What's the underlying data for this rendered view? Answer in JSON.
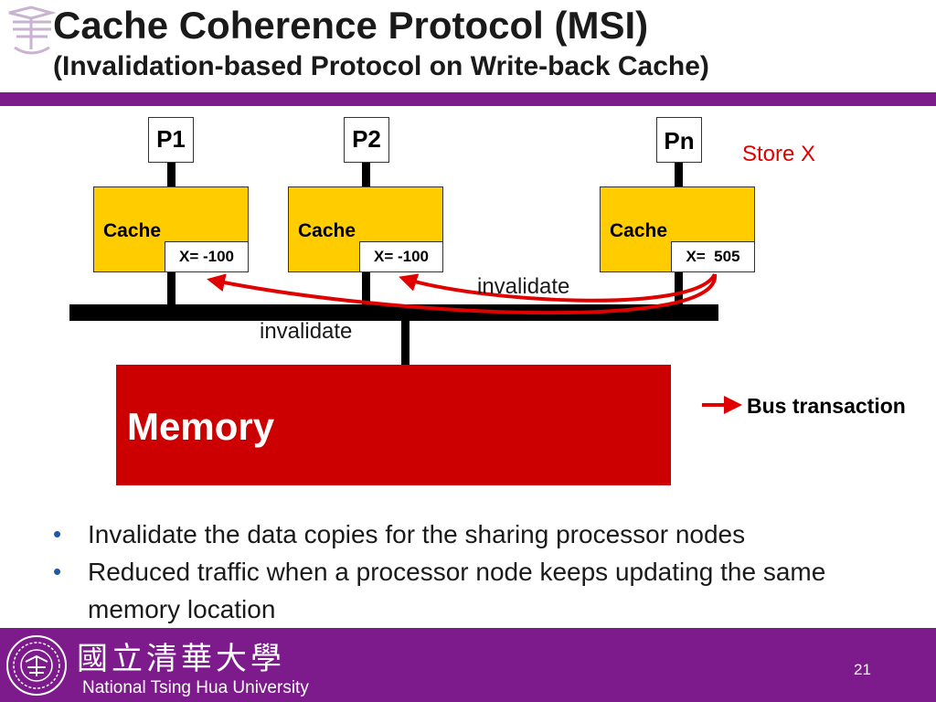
{
  "slide": {
    "title": "Cache Coherence Protocol (MSI)",
    "subtitle": "(Invalidation-based Protocol on Write-back Cache)",
    "page_number": "21"
  },
  "diagram": {
    "processors": [
      {
        "label": "P1",
        "cache_label": "Cache",
        "x_value": "X= -100"
      },
      {
        "label": "P2",
        "cache_label": "Cache",
        "x_value": "X= -100"
      },
      {
        "label": "Pn",
        "cache_label": "Cache",
        "x_value": "X=  505"
      }
    ],
    "store_label": "Store X",
    "invalidate_labels": [
      "invalidate",
      "invalidate"
    ],
    "memory_label": "Memory",
    "legend_label": "Bus transaction",
    "colors": {
      "cache": "#ffcc00",
      "memory": "#cc0000",
      "arrow": "#e00000",
      "bus": "#000000",
      "brand_purple": "#7d1a8c"
    }
  },
  "bullets": [
    "Invalidate the data copies for the sharing processor nodes",
    "Reduced traffic when a processor node keeps updating the same memory location"
  ],
  "footer": {
    "chinese_name": "國立清華大學",
    "english_name": "National Tsing Hua University",
    "seal_icon": "university-seal-icon"
  }
}
